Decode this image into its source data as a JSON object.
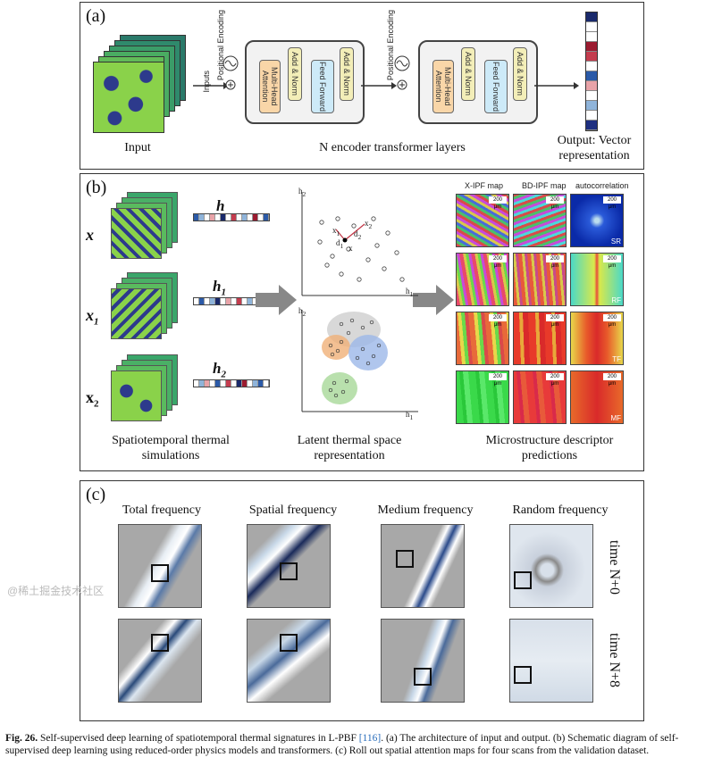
{
  "panel_a": {
    "label": "(a)",
    "input_caption": "Input",
    "inputs_label": "Inputs",
    "positional_encoding": "Positional Encoding",
    "attention_block": "Multi-Head Attention",
    "add_norm": "Add & Norm",
    "feed_forward": "Feed Forward",
    "encoder_caption": "N encoder transformer layers",
    "output_caption": "Output: Vector representation",
    "vector_colors": [
      "#1a2a6c",
      "#ffffff",
      "#ffffff",
      "#9b1b30",
      "#c43c4e",
      "#ffffff",
      "#2b5aa8",
      "#e8a3a8",
      "#ffffff",
      "#8fb4da",
      "#ffffff",
      "#1e2f80"
    ]
  },
  "panel_b": {
    "label": "(b)",
    "symbols": {
      "x": "x",
      "x1": "x",
      "x1_sub": "1",
      "x2": "x",
      "x2_sub": "2",
      "h": "h",
      "h1": "h",
      "h1_sub": "1",
      "h2": "h",
      "h2_sub": "2"
    },
    "caption_left": "Spatiotemporal thermal simulations",
    "caption_mid": "Latent thermal space representation",
    "caption_right": "Microstructure descriptor predictions",
    "axis": {
      "h1": "h",
      "h1_sub": "1",
      "h2": "h",
      "h2_sub": "2",
      "d1": "d",
      "d1_sub": "1",
      "d2": "d",
      "d2_sub": "2",
      "xlabel": "x",
      "x1label": "x",
      "x1_sub": "1",
      "x2label": "x",
      "x2_sub": "2"
    },
    "map_headers": [
      "X-IPF map",
      "BD-IPF map",
      "autocorrelation"
    ],
    "scale_bar": "200 μm",
    "row_tags": [
      "SR",
      "RF",
      "TF",
      "MF"
    ],
    "vec_h": [
      "#2b5aa8",
      "#8fb4da",
      "#ffffff",
      "#e8a3a8",
      "#ffffff",
      "#1a2a6c",
      "#ffffff",
      "#c43c4e",
      "#ffffff",
      "#8fb4da",
      "#ffffff",
      "#9b1b30",
      "#ffffff",
      "#2b5aa8"
    ],
    "vec_h1": [
      "#ffffff",
      "#2b5aa8",
      "#ffffff",
      "#8fb4da",
      "#1a2a6c",
      "#ffffff",
      "#e8a3a8",
      "#ffffff",
      "#c43c4e",
      "#ffffff",
      "#8fb4da",
      "#ffffff",
      "#2b5aa8",
      "#ffffff"
    ],
    "vec_h2": [
      "#ffffff",
      "#8fb4da",
      "#e8a3a8",
      "#ffffff",
      "#2b5aa8",
      "#ffffff",
      "#c43c4e",
      "#ffffff",
      "#1a2a6c",
      "#9b1b30",
      "#ffffff",
      "#8fb4da",
      "#2b5aa8",
      "#ffffff"
    ]
  },
  "panel_c": {
    "label": "(c)",
    "columns": [
      "Total frequency",
      "Spatial frequency",
      "Medium frequency",
      "Random frequency"
    ],
    "rows": [
      "time N+0",
      "time N+8"
    ]
  },
  "figure_caption": {
    "label": "Fig. 26.",
    "text_1": "Self-supervised deep learning of spatiotemporal thermal signatures in L-PBF ",
    "cite": "[116]",
    "text_2": ". (a) The architecture of input and output. (b) Schematic diagram of self-supervised deep learning using reduced-order physics models and transformers. (c) Roll out spatial attention maps for four scans from the validation dataset."
  },
  "watermark": "@稀土掘金技术社区"
}
